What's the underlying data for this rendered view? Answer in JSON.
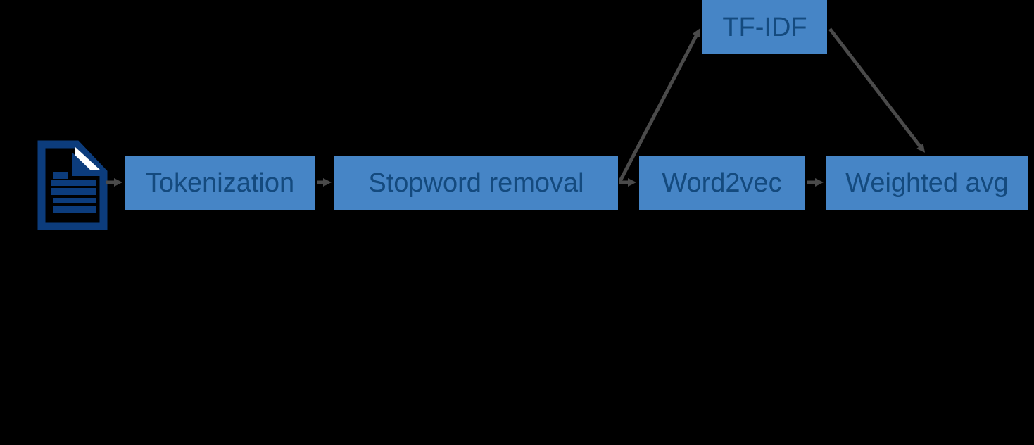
{
  "diagram": {
    "nodes": {
      "tfidf": {
        "label": "TF-IDF"
      },
      "tokenization": {
        "label": "Tokenization"
      },
      "stopword": {
        "label": "Stopword removal"
      },
      "word2vec": {
        "label": "Word2vec"
      },
      "weighted": {
        "label": "Weighted avg"
      }
    },
    "icons": {
      "source": "document-icon"
    },
    "edges": [
      {
        "from": "document",
        "to": "tokenization"
      },
      {
        "from": "tokenization",
        "to": "stopword"
      },
      {
        "from": "stopword",
        "to": "word2vec"
      },
      {
        "from": "stopword",
        "to": "tfidf"
      },
      {
        "from": "word2vec",
        "to": "weighted"
      },
      {
        "from": "tfidf",
        "to": "weighted"
      }
    ],
    "colors": {
      "background": "#000000",
      "node_fill": "#4685c6",
      "node_text": "#144a7e",
      "icon": "#0c3c7c",
      "arrow": "#4a4a4a"
    }
  }
}
